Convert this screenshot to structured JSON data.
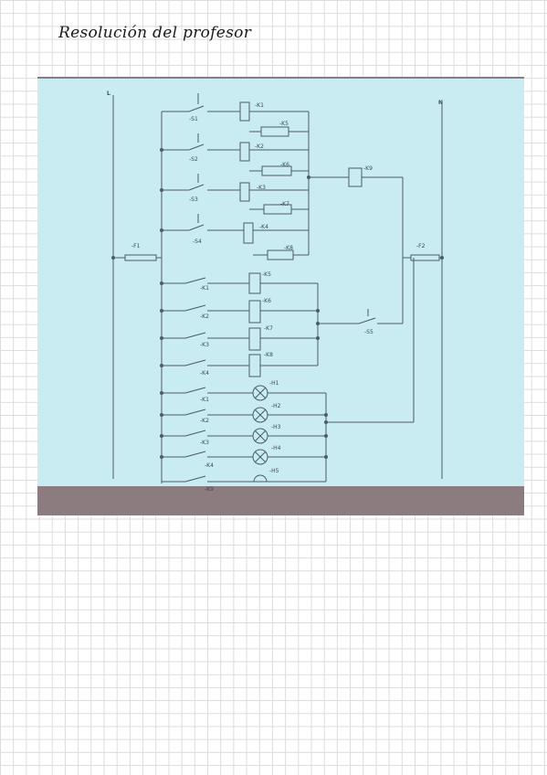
{
  "title": "Resolución del profesor",
  "diagram": {
    "rails": {
      "left": "L",
      "right": "N"
    },
    "fuses": {
      "left": "-F1",
      "right": "-F2"
    },
    "pushbuttons": [
      "-S1",
      "-S2",
      "-S3",
      "-S4",
      "-S5"
    ],
    "coils_row1": [
      "-K1",
      "-K2",
      "-K3",
      "-K4"
    ],
    "timers": [
      "-K5",
      "-K6",
      "-K7",
      "-K8"
    ],
    "coil_k9": "-K9",
    "contacts_row2": [
      "-K1",
      "-K2",
      "-K3",
      "-K4"
    ],
    "coils_row2": [
      "-K5",
      "-K6",
      "-K7",
      "-K8"
    ],
    "contacts_row3": [
      "-K1",
      "-K2",
      "-K3",
      "-K4",
      "-K9"
    ],
    "lamps": [
      "-H1",
      "-H2",
      "-H3",
      "-H4"
    ],
    "buzzer": "-H5",
    "colors": {
      "paper": "#ffffff",
      "grid": "#dcdcdc",
      "screen": "#c9ecf3",
      "line": "#4a5a6a"
    }
  }
}
